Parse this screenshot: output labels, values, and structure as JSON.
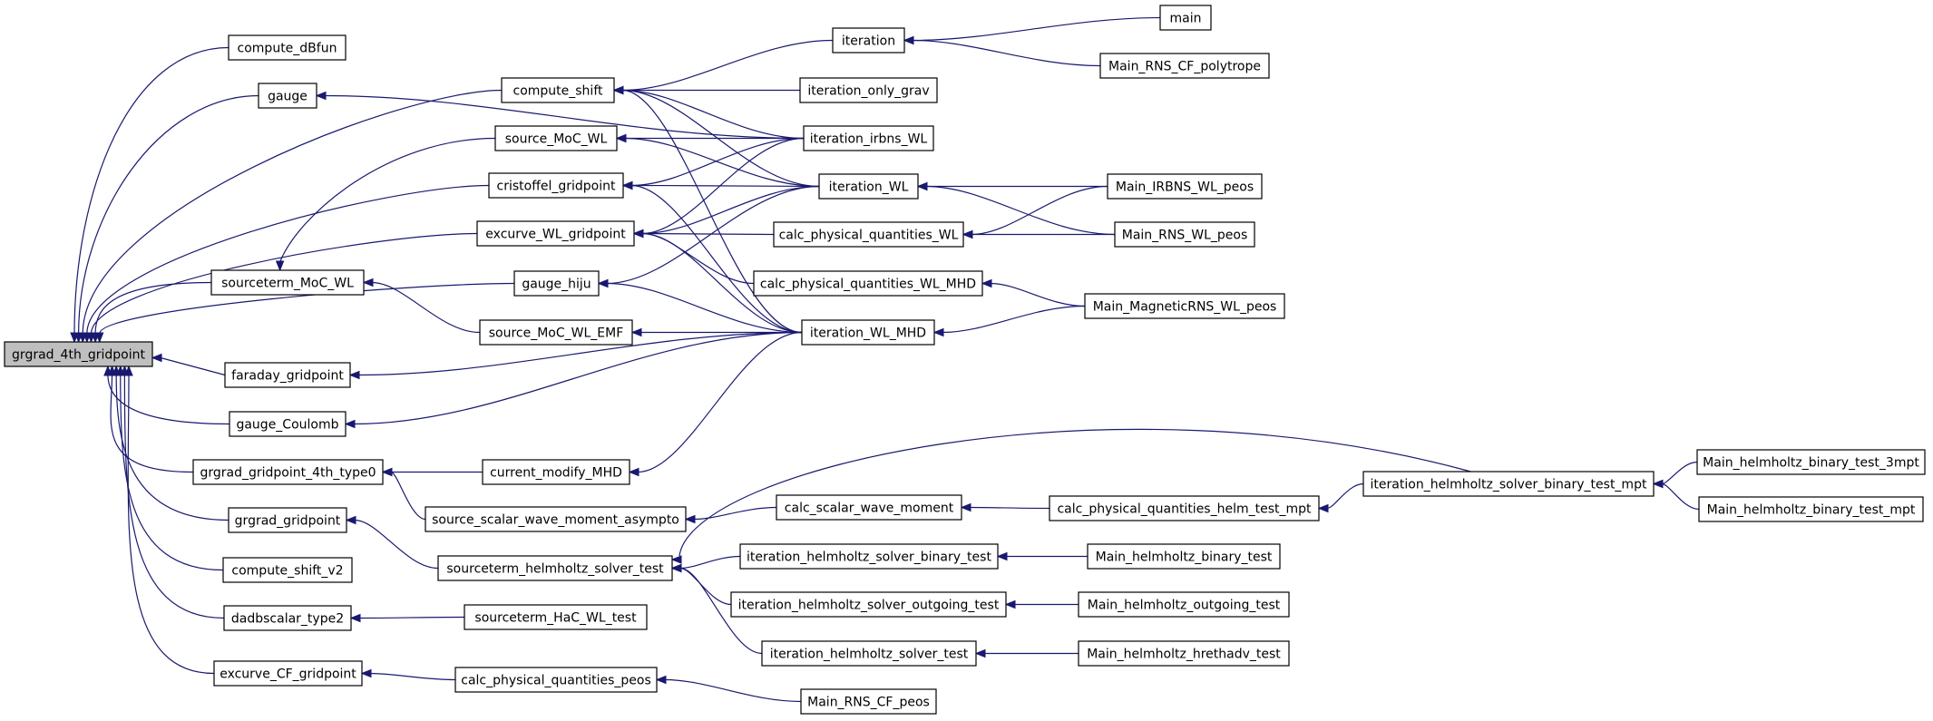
{
  "graph": {
    "type": "caller-graph",
    "root": "grgrad_4th_gridpoint",
    "colors": {
      "edge": "#191970",
      "root_fill": "#bfbfbf",
      "node_fill": "#ffffff",
      "node_border": "#000000"
    },
    "nodes": [
      {
        "id": "grgrad_4th_gridpoint",
        "label": "grgrad_4th_gridpoint",
        "root": true
      },
      {
        "id": "compute_dBfun",
        "label": "compute_dBfun"
      },
      {
        "id": "gauge",
        "label": "gauge"
      },
      {
        "id": "compute_shift",
        "label": "compute_shift"
      },
      {
        "id": "source_MoC_WL",
        "label": "source_MoC_WL"
      },
      {
        "id": "cristoffel_gridpoint",
        "label": "cristoffel_gridpoint"
      },
      {
        "id": "excurve_WL_gridpoint",
        "label": "excurve_WL_gridpoint"
      },
      {
        "id": "sourceterm_MoC_WL",
        "label": "sourceterm_MoC_WL"
      },
      {
        "id": "gauge_hiju",
        "label": "gauge_hiju"
      },
      {
        "id": "source_MoC_WL_EMF",
        "label": "source_MoC_WL_EMF"
      },
      {
        "id": "faraday_gridpoint",
        "label": "faraday_gridpoint"
      },
      {
        "id": "gauge_Coulomb",
        "label": "gauge_Coulomb"
      },
      {
        "id": "grgrad_gridpoint_4th_type0",
        "label": "grgrad_gridpoint_4th_type0"
      },
      {
        "id": "current_modify_MHD",
        "label": "current_modify_MHD"
      },
      {
        "id": "source_scalar_wave_moment_asympto",
        "label": "source_scalar_wave_moment_asympto"
      },
      {
        "id": "grgrad_gridpoint",
        "label": "grgrad_gridpoint"
      },
      {
        "id": "sourceterm_helmholtz_solver_test",
        "label": "sourceterm_helmholtz_solver_test"
      },
      {
        "id": "compute_shift_v2",
        "label": "compute_shift_v2"
      },
      {
        "id": "dadbscalar_type2",
        "label": "dadbscalar_type2"
      },
      {
        "id": "sourceterm_HaC_WL_test",
        "label": "sourceterm_HaC_WL_test"
      },
      {
        "id": "excurve_CF_gridpoint",
        "label": "excurve_CF_gridpoint"
      },
      {
        "id": "calc_physical_quantities_peos",
        "label": "calc_physical_quantities_peos"
      },
      {
        "id": "iteration",
        "label": "iteration"
      },
      {
        "id": "iteration_only_grav",
        "label": "iteration_only_grav"
      },
      {
        "id": "iteration_irbns_WL",
        "label": "iteration_irbns_WL"
      },
      {
        "id": "iteration_WL",
        "label": "iteration_WL"
      },
      {
        "id": "calc_physical_quantities_WL",
        "label": "calc_physical_quantities_WL"
      },
      {
        "id": "calc_physical_quantities_WL_MHD",
        "label": "calc_physical_quantities_WL_MHD"
      },
      {
        "id": "iteration_WL_MHD",
        "label": "iteration_WL_MHD"
      },
      {
        "id": "calc_scalar_wave_moment",
        "label": "calc_scalar_wave_moment"
      },
      {
        "id": "iteration_helmholtz_solver_binary_test",
        "label": "iteration_helmholtz_solver_binary_test"
      },
      {
        "id": "iteration_helmholtz_solver_outgoing_test",
        "label": "iteration_helmholtz_solver_outgoing_test"
      },
      {
        "id": "iteration_helmholtz_solver_test",
        "label": "iteration_helmholtz_solver_test"
      },
      {
        "id": "Main_RNS_CF_peos",
        "label": "Main_RNS_CF_peos"
      },
      {
        "id": "main",
        "label": "main"
      },
      {
        "id": "Main_RNS_CF_polytrope",
        "label": "Main_RNS_CF_polytrope"
      },
      {
        "id": "Main_IRBNS_WL_peos",
        "label": "Main_IRBNS_WL_peos"
      },
      {
        "id": "Main_RNS_WL_peos",
        "label": "Main_RNS_WL_peos"
      },
      {
        "id": "Main_MagneticRNS_WL_peos",
        "label": "Main_MagneticRNS_WL_peos"
      },
      {
        "id": "calc_physical_quantities_helm_test_mpt",
        "label": "calc_physical_quantities_helm_test_mpt"
      },
      {
        "id": "iteration_helmholtz_solver_binary_test_mpt",
        "label": "iteration_helmholtz_solver_binary_test_mpt"
      },
      {
        "id": "Main_helmholtz_binary_test",
        "label": "Main_helmholtz_binary_test"
      },
      {
        "id": "Main_helmholtz_outgoing_test",
        "label": "Main_helmholtz_outgoing_test"
      },
      {
        "id": "Main_helmholtz_hrethadv_test",
        "label": "Main_helmholtz_hrethadv_test"
      },
      {
        "id": "Main_helmholtz_binary_test_3mpt",
        "label": "Main_helmholtz_binary_test_3mpt"
      },
      {
        "id": "Main_helmholtz_binary_test_mpt",
        "label": "Main_helmholtz_binary_test_mpt"
      }
    ],
    "edges": [
      [
        "compute_dBfun",
        "grgrad_4th_gridpoint"
      ],
      [
        "gauge",
        "grgrad_4th_gridpoint"
      ],
      [
        "compute_shift",
        "grgrad_4th_gridpoint"
      ],
      [
        "cristoffel_gridpoint",
        "grgrad_4th_gridpoint"
      ],
      [
        "excurve_WL_gridpoint",
        "grgrad_4th_gridpoint"
      ],
      [
        "sourceterm_MoC_WL",
        "grgrad_4th_gridpoint"
      ],
      [
        "gauge_hiju",
        "grgrad_4th_gridpoint"
      ],
      [
        "faraday_gridpoint",
        "grgrad_4th_gridpoint"
      ],
      [
        "gauge_Coulomb",
        "grgrad_4th_gridpoint"
      ],
      [
        "grgrad_gridpoint_4th_type0",
        "grgrad_4th_gridpoint"
      ],
      [
        "grgrad_gridpoint",
        "grgrad_4th_gridpoint"
      ],
      [
        "compute_shift_v2",
        "grgrad_4th_gridpoint"
      ],
      [
        "dadbscalar_type2",
        "grgrad_4th_gridpoint"
      ],
      [
        "excurve_CF_gridpoint",
        "grgrad_4th_gridpoint"
      ],
      [
        "source_MoC_WL",
        "sourceterm_MoC_WL"
      ],
      [
        "source_MoC_WL_EMF",
        "sourceterm_MoC_WL"
      ],
      [
        "iteration_irbns_WL",
        "gauge"
      ],
      [
        "iteration",
        "compute_shift"
      ],
      [
        "iteration_only_grav",
        "compute_shift"
      ],
      [
        "iteration_irbns_WL",
        "compute_shift"
      ],
      [
        "iteration_WL",
        "compute_shift"
      ],
      [
        "iteration_WL_MHD",
        "compute_shift"
      ],
      [
        "iteration_irbns_WL",
        "source_MoC_WL"
      ],
      [
        "iteration_WL",
        "source_MoC_WL"
      ],
      [
        "iteration_irbns_WL",
        "cristoffel_gridpoint"
      ],
      [
        "iteration_WL",
        "cristoffel_gridpoint"
      ],
      [
        "iteration_WL_MHD",
        "cristoffel_gridpoint"
      ],
      [
        "iteration_irbns_WL",
        "excurve_WL_gridpoint"
      ],
      [
        "iteration_WL",
        "excurve_WL_gridpoint"
      ],
      [
        "calc_physical_quantities_WL",
        "excurve_WL_gridpoint"
      ],
      [
        "calc_physical_quantities_WL_MHD",
        "excurve_WL_gridpoint"
      ],
      [
        "iteration_WL_MHD",
        "excurve_WL_gridpoint"
      ],
      [
        "iteration_WL",
        "gauge_hiju"
      ],
      [
        "iteration_WL_MHD",
        "gauge_hiju"
      ],
      [
        "iteration_WL_MHD",
        "source_MoC_WL_EMF"
      ],
      [
        "iteration_WL_MHD",
        "faraday_gridpoint"
      ],
      [
        "iteration_WL_MHD",
        "gauge_Coulomb"
      ],
      [
        "current_modify_MHD",
        "grgrad_gridpoint_4th_type0"
      ],
      [
        "source_scalar_wave_moment_asympto",
        "grgrad_gridpoint_4th_type0"
      ],
      [
        "iteration_WL_MHD",
        "current_modify_MHD"
      ],
      [
        "calc_scalar_wave_moment",
        "source_scalar_wave_moment_asympto"
      ],
      [
        "sourceterm_helmholtz_solver_test",
        "grgrad_gridpoint"
      ],
      [
        "iteration_helmholtz_solver_binary_test_mpt",
        "sourceterm_helmholtz_solver_test"
      ],
      [
        "iteration_helmholtz_solver_binary_test",
        "sourceterm_helmholtz_solver_test"
      ],
      [
        "iteration_helmholtz_solver_outgoing_test",
        "sourceterm_helmholtz_solver_test"
      ],
      [
        "iteration_helmholtz_solver_test",
        "sourceterm_helmholtz_solver_test"
      ],
      [
        "sourceterm_HaC_WL_test",
        "dadbscalar_type2"
      ],
      [
        "calc_physical_quantities_peos",
        "excurve_CF_gridpoint"
      ],
      [
        "Main_RNS_CF_peos",
        "calc_physical_quantities_peos"
      ],
      [
        "main",
        "iteration"
      ],
      [
        "Main_RNS_CF_polytrope",
        "iteration"
      ],
      [
        "Main_IRBNS_WL_peos",
        "iteration_WL"
      ],
      [
        "Main_RNS_WL_peos",
        "iteration_WL"
      ],
      [
        "Main_IRBNS_WL_peos",
        "calc_physical_quantities_WL"
      ],
      [
        "Main_RNS_WL_peos",
        "calc_physical_quantities_WL"
      ],
      [
        "Main_MagneticRNS_WL_peos",
        "calc_physical_quantities_WL_MHD"
      ],
      [
        "Main_MagneticRNS_WL_peos",
        "iteration_WL_MHD"
      ],
      [
        "calc_physical_quantities_helm_test_mpt",
        "calc_scalar_wave_moment"
      ],
      [
        "iteration_helmholtz_solver_binary_test_mpt",
        "calc_physical_quantities_helm_test_mpt"
      ],
      [
        "Main_helmholtz_binary_test_3mpt",
        "iteration_helmholtz_solver_binary_test_mpt"
      ],
      [
        "Main_helmholtz_binary_test_mpt",
        "iteration_helmholtz_solver_binary_test_mpt"
      ],
      [
        "Main_helmholtz_binary_test",
        "iteration_helmholtz_solver_binary_test"
      ],
      [
        "Main_helmholtz_outgoing_test",
        "iteration_helmholtz_solver_outgoing_test"
      ],
      [
        "Main_helmholtz_hrethadv_test",
        "iteration_helmholtz_solver_test"
      ]
    ]
  }
}
